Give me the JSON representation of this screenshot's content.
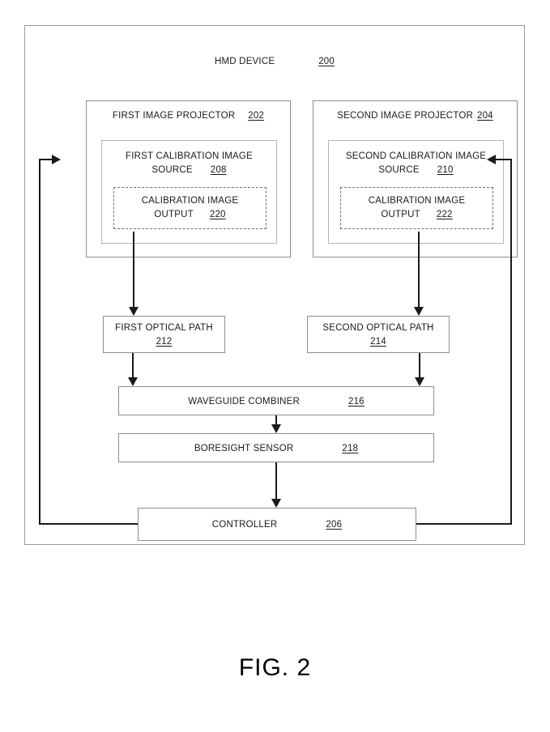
{
  "figure": {
    "caption": "FIG. 2"
  },
  "hmd": {
    "title": "HMD DEVICE",
    "ref": "200"
  },
  "projectors": [
    {
      "title": "FIRST IMAGE PROJECTOR",
      "ref": "202",
      "source": {
        "line1": "FIRST CALIBRATION IMAGE",
        "line2": "SOURCE",
        "ref": "208"
      },
      "output": {
        "line1": "CALIBRATION IMAGE",
        "line2": "OUTPUT",
        "ref": "220"
      }
    },
    {
      "title": "SECOND IMAGE PROJECTOR",
      "ref": "204",
      "source": {
        "line1": "SECOND CALIBRATION IMAGE",
        "line2": "SOURCE",
        "ref": "210"
      },
      "output": {
        "line1": "CALIBRATION IMAGE",
        "line2": "OUTPUT",
        "ref": "222"
      }
    }
  ],
  "optical_paths": [
    {
      "title": "FIRST OPTICAL PATH",
      "ref": "212"
    },
    {
      "title": "SECOND OPTICAL PATH",
      "ref": "214"
    }
  ],
  "blocks": [
    {
      "title": "WAVEGUIDE COMBINER",
      "ref": "216"
    },
    {
      "title": "BORESIGHT SENSOR",
      "ref": "218"
    },
    {
      "title": "CONTROLLER",
      "ref": "206"
    }
  ],
  "colors": {
    "line": "#1a1a1a",
    "box_border": "#8e8e8e",
    "inner_border": "#b4b4b4",
    "dashed_border": "#707070",
    "background": "#ffffff"
  }
}
